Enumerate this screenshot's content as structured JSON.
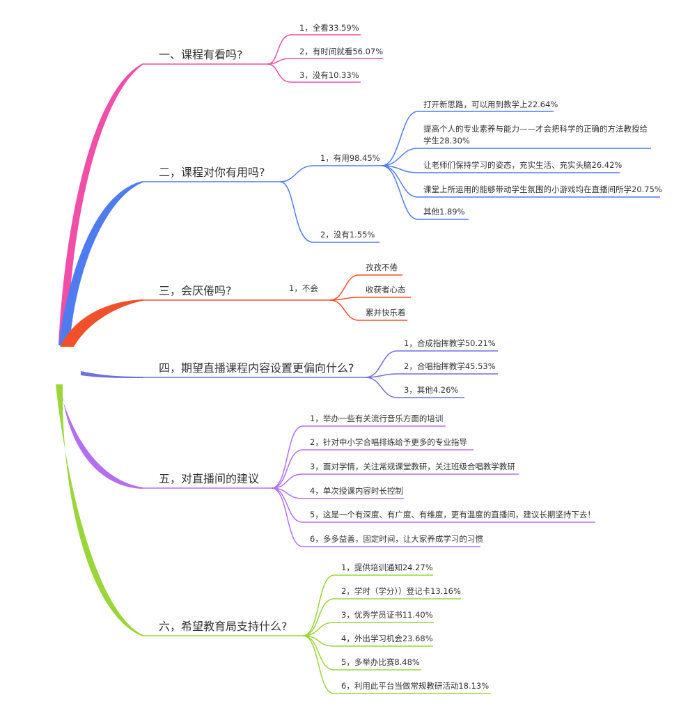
{
  "colors": {
    "q1": "#f04ea7",
    "q2": "#4f7bf0",
    "q3": "#f0502a",
    "q4": "#6f6fe0",
    "q5": "#b56ef0",
    "q6": "#9ad53a"
  },
  "questions": [
    {
      "id": "q1",
      "title": "一、课程有看吗?",
      "answers": [
        {
          "text": "1，全看33.59%"
        },
        {
          "text": "2，有时间就看56.07%"
        },
        {
          "text": "3，没有10.33%"
        }
      ]
    },
    {
      "id": "q2",
      "title": "二，课程对你有用吗?",
      "answers": [
        {
          "text": "1，有用98.45%",
          "details": [
            {
              "lines": [
                "打开新思路，可以用到教学上22.64%"
              ]
            },
            {
              "lines": [
                "提高个人的专业素养与能力——才会把科学的正确的方法教授给",
                "学生28.30%"
              ]
            },
            {
              "lines": [
                "让老师们保持学习的姿态，充实生活、充实头脑26.42%"
              ]
            },
            {
              "lines": [
                "课堂上所运用的能够带动学生氛围的小游戏均在直播间所学20.75%"
              ]
            },
            {
              "lines": [
                "其他1.89%"
              ]
            }
          ]
        },
        {
          "text": "2，没有1.55%"
        }
      ]
    },
    {
      "id": "q3",
      "title": "三，会厌倦吗?",
      "answers": [
        {
          "text": "1，不会",
          "details": [
            {
              "lines": [
                "孜孜不倦"
              ]
            },
            {
              "lines": [
                "收获者心态"
              ]
            },
            {
              "lines": [
                "累并快乐着"
              ]
            }
          ]
        }
      ]
    },
    {
      "id": "q4",
      "title": "四，期望直播课程内容设置更偏向什么?",
      "answers": [
        {
          "text": "1，合成指挥教学50.21%"
        },
        {
          "text": "2，合唱指挥教学45.53%"
        },
        {
          "text": "3，其他4.26%"
        }
      ]
    },
    {
      "id": "q5",
      "title": "五，对直播间的建议",
      "answers": [
        {
          "text": "1，举办一些有关流行音乐方面的培训"
        },
        {
          "text": "2，针对中小学合唱排练给予更多的专业指导"
        },
        {
          "text": "3，面对学情，关注常规课堂教研，关注班级合唱教学教研"
        },
        {
          "text": "4，单次授课内容时长控制"
        },
        {
          "text": "5，这是一个有深度、有广度、有维度，更有温度的直播间，建议长期坚持下去！"
        },
        {
          "text": "6，多多益善，固定时间，让大家养成学习的习惯"
        }
      ]
    },
    {
      "id": "q6",
      "title": "六，希望教育局支持什么?",
      "answers": [
        {
          "text": "1，提供培训通知24.27%"
        },
        {
          "text": "2，学时（学分））登记卡13.16%"
        },
        {
          "text": "3，优秀学员证书11.40%"
        },
        {
          "text": "4，外出学习机会23.68%"
        },
        {
          "text": "5，多举办比赛8.48%"
        },
        {
          "text": "6，利用此平台当做常规教研活动18.13%"
        }
      ]
    }
  ]
}
